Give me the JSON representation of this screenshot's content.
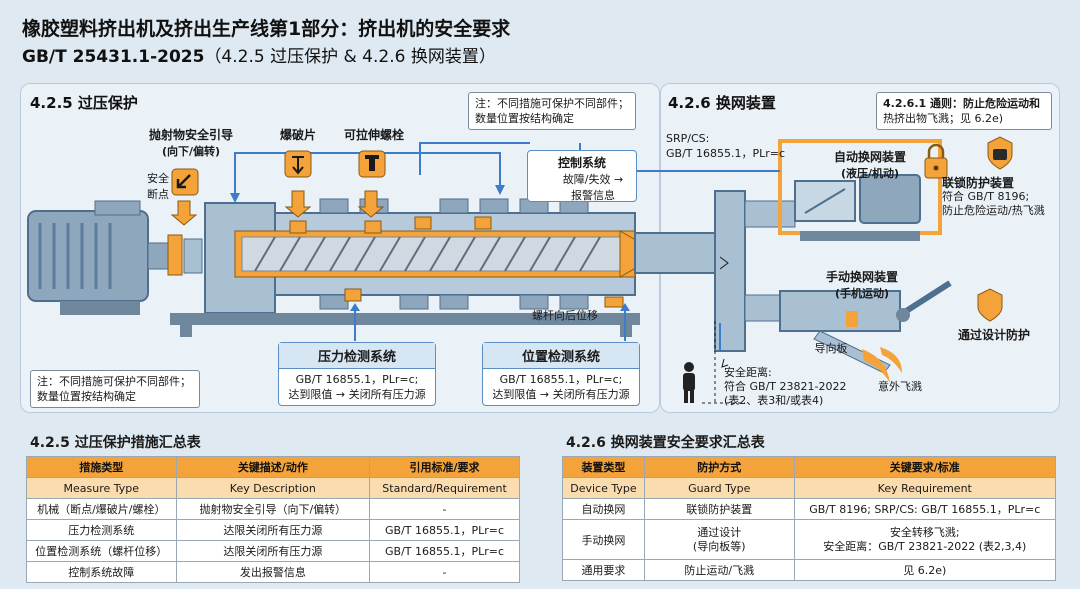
{
  "title": {
    "line1": "橡胶塑料挤出机及挤出生产线第1部分：挤出机的安全要求",
    "line2_main": "GB/T 25431.1-2025",
    "line2_sub": "（4.2.5 过压保护 & 4.2.6 换网装置）"
  },
  "left": {
    "heading": "4.2.5 过压保护",
    "note_top": [
      "注：不同措施可保护不同部件；",
      "数量位置按结构确定"
    ],
    "note_bottom": [
      "注：不同措施可保护不同部件；",
      "数量位置按结构确定"
    ],
    "projectile": [
      "抛射物安全引导",
      "(向下/偏转)"
    ],
    "safe_break": [
      "安全",
      "断点"
    ],
    "rupture_disc": "爆破片",
    "bolt": "可拉伸螺栓",
    "control": {
      "title": "控制系统",
      "text": [
        "故障/失效 →",
        "报警信息"
      ]
    },
    "screw_shift": "螺杆向后位移",
    "pressure_box": {
      "title": "压力检测系统",
      "lines": [
        "GB/T 16855.1，PLr=c;",
        "达到限值 → 关闭所有压力源"
      ]
    },
    "position_box": {
      "title": "位置检测系统",
      "lines": [
        "GB/T 16855.1，PLr=c;",
        "达到限值 → 关闭所有压力源"
      ]
    }
  },
  "right": {
    "heading": "4.2.6 换网装置",
    "note": [
      "4.2.6.1 通则：防止危险运动和",
      "热挤出物飞溅；见 6.2e)"
    ],
    "srp": [
      "SRP/CS:",
      "GB/T 16855.1，PLr=c"
    ],
    "auto": [
      "自动换网装置",
      "(液压/机动)"
    ],
    "interlock": [
      "联锁防护装置",
      "符合 GB/T 8196;",
      "防止危险运动/热飞溅"
    ],
    "manual": [
      "手动换网装置",
      "(手机运动)"
    ],
    "design": "通过设计防护",
    "guide": "导向板",
    "splash": "意外飞溅",
    "safe_dist": [
      "安全距离:",
      "符合 GB/T 23821-2022",
      "(表2、表3和/或表4)"
    ]
  },
  "table1": {
    "title": "4.2.5 过压保护措施汇总表",
    "headers": [
      "措施类型",
      "关键描述/动作",
      "引用标准/要求"
    ],
    "headers_en": [
      "Measure Type",
      "Key Description",
      "Standard/Requirement"
    ],
    "rows": [
      [
        "机械（断点/爆破片/螺栓）",
        "抛射物安全引导（向下/偏转）",
        "-"
      ],
      [
        "压力检测系统",
        "达限关闭所有压力源",
        "GB/T 16855.1，PLr=c"
      ],
      [
        "位置检测系统（螺杆位移）",
        "达限关闭所有压力源",
        "GB/T 16855.1，PLr=c"
      ],
      [
        "控制系统故障",
        "发出报警信息",
        "-"
      ]
    ]
  },
  "table2": {
    "title": "4.2.6 换网装置安全要求汇总表",
    "headers": [
      "装置类型",
      "防护方式",
      "关键要求/标准"
    ],
    "headers_en": [
      "Device Type",
      "Guard Type",
      "Key Requirement"
    ],
    "rows": [
      [
        "自动换网",
        "联锁防护装置",
        "GB/T 8196; SRP/CS: GB/T 16855.1，PLr=c"
      ],
      [
        "手动换网",
        "通过设计\n(导向板等)",
        "安全转移飞溅;\n安全距离：GB/T 23821-2022 (表2,3,4)"
      ],
      [
        "通用要求",
        "防止运动/飞溅",
        "见 6.2e)"
      ]
    ]
  },
  "colors": {
    "accent": "#f3a33a",
    "blue": "#3d7cc9",
    "steel": "#9fb7cc"
  }
}
